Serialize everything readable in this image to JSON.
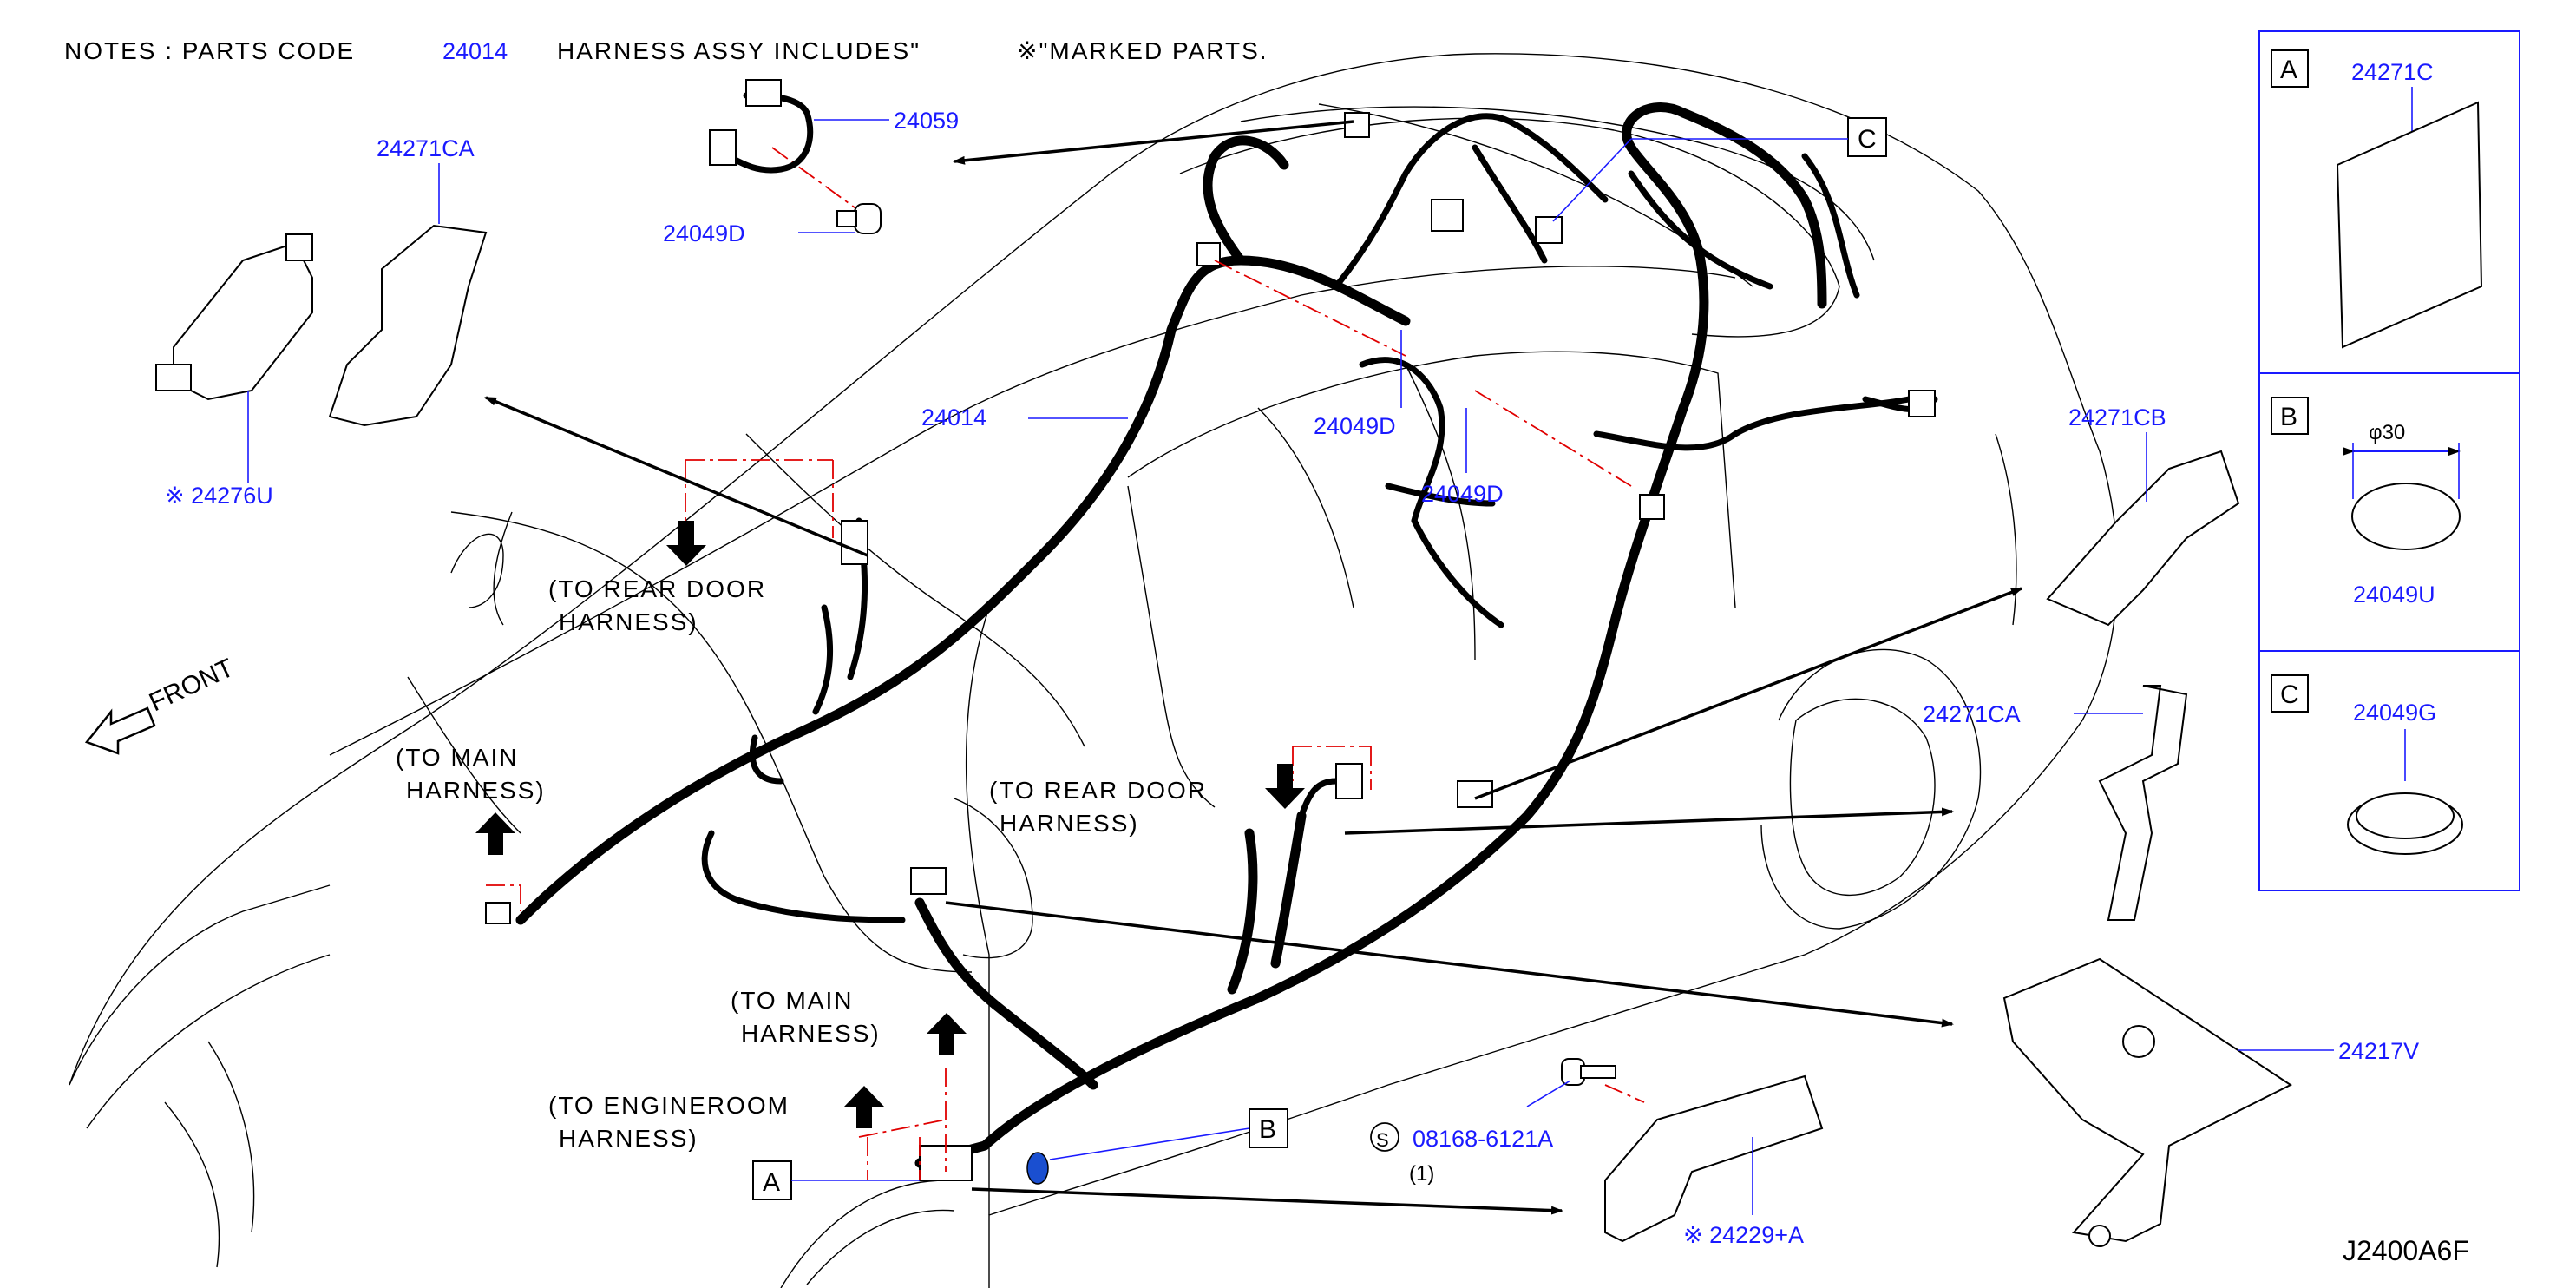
{
  "notes": {
    "prefix": "NOTES  :  PARTS  CODE",
    "code": "24014",
    "suffix": "HARNESS  ASSY  INCLUDES\"",
    "marked": "※\"MARKED  PARTS."
  },
  "front_label": "FRONT",
  "connections": {
    "rear_door_1": [
      "(TO  REAR  DOOR",
      "HARNESS)"
    ],
    "main_1": [
      "(TO  MAIN",
      "HARNESS)"
    ],
    "rear_door_2": [
      "(TO  REAR  DOOR",
      "HARNESS)"
    ],
    "main_2": [
      "(TO  MAIN",
      "HARNESS)"
    ],
    "engineroom": [
      "(TO  ENGINEROOM",
      "HARNESS)"
    ]
  },
  "parts": {
    "p24059": "24059",
    "p24049D_top": "24049D",
    "p24271CA_left": "24271CA",
    "p24276U": "※ 24276U",
    "p24014": "24014",
    "p24049D_mid": "24049D",
    "p24049D_right": "24049D",
    "p24271CB": "24271CB",
    "p24271CA_right": "24271CA",
    "p24217V": "24217V",
    "p08168": "08168-6121A",
    "p08168_qty": "(1)",
    "p24229": "※ 24229+A",
    "s_mark": "S"
  },
  "callouts": {
    "A": "A",
    "B": "B",
    "C": "C"
  },
  "legend": [
    {
      "key": "A",
      "part": "24271C"
    },
    {
      "key": "B",
      "part": "24049U",
      "dim": "φ30"
    },
    {
      "key": "C",
      "part": "24049G"
    }
  ],
  "figure_code": "J2400A6F"
}
